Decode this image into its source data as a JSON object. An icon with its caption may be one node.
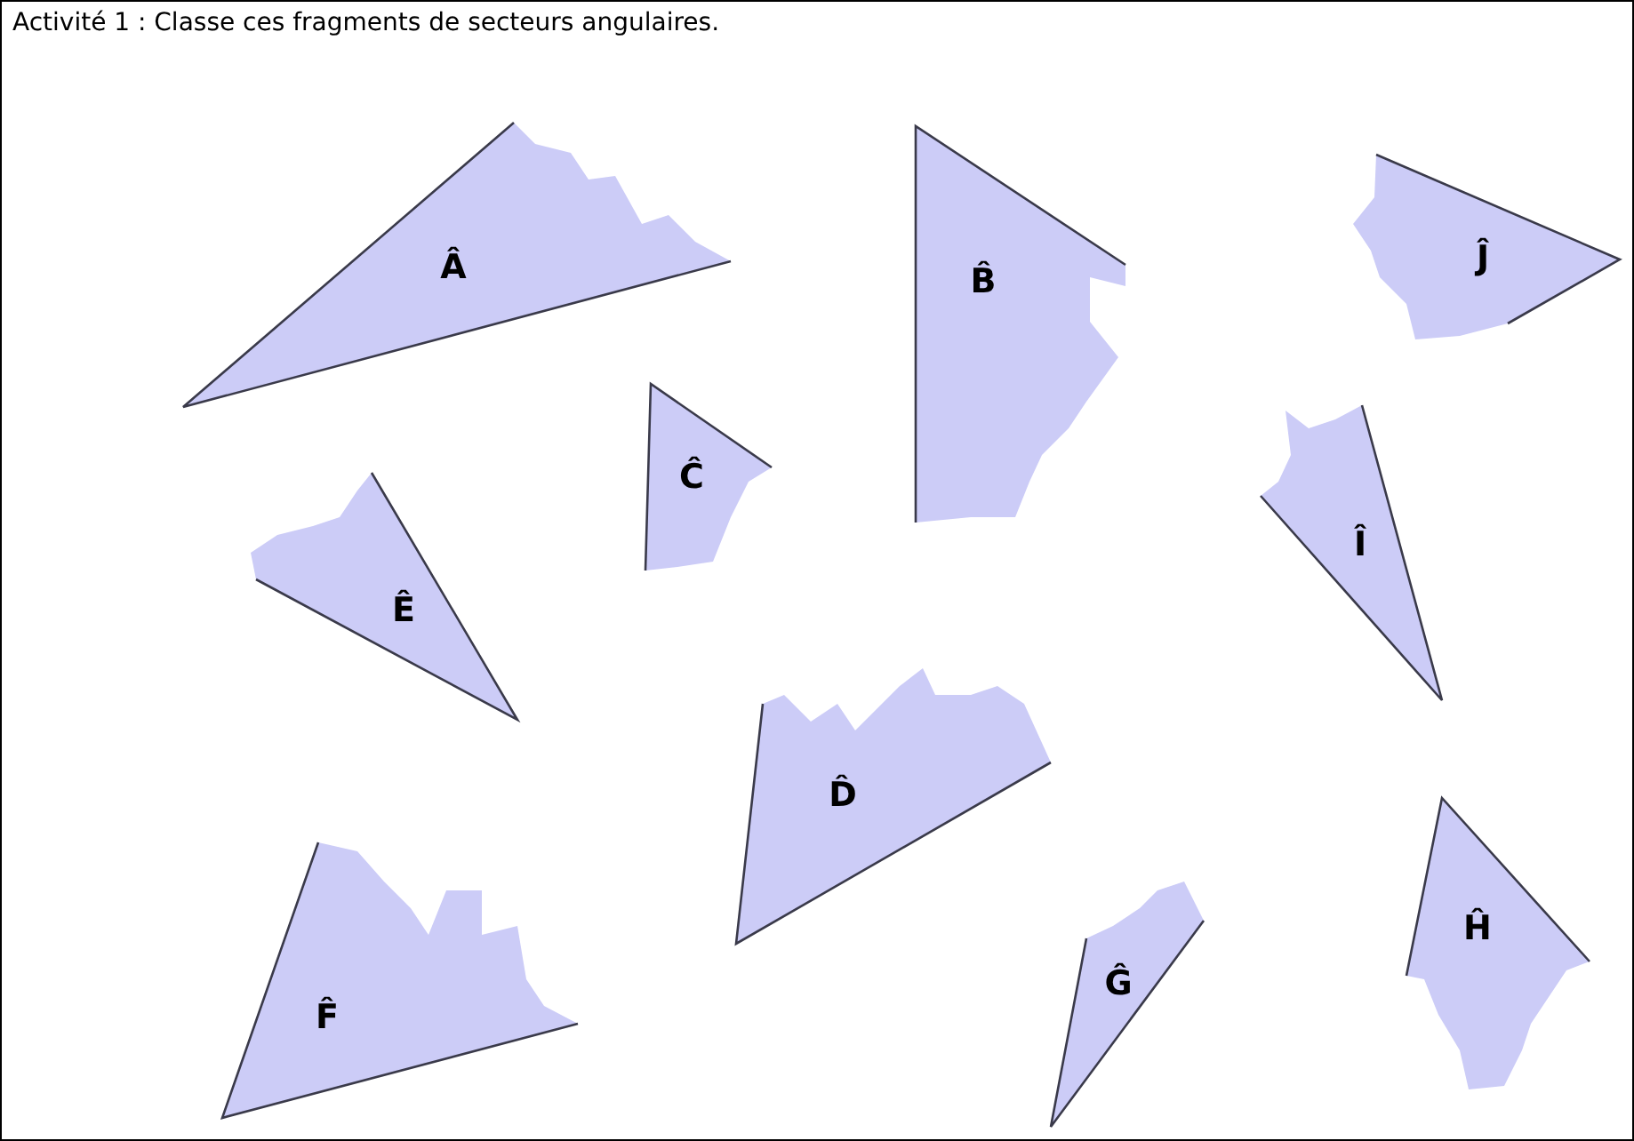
{
  "diagram": {
    "title": "Activité 1 : Classe ces fragments de secteurs angulaires.",
    "nodes": [
      {
        "text": [
          "Â"
        ]
      },
      {
        "text": [
          "B̂"
        ]
      },
      {
        "text": [
          "Ĵ"
        ]
      },
      {
        "text": [
          "Ê"
        ]
      },
      {
        "text": [
          "Ĉ"
        ]
      },
      {
        "text": [
          "Î"
        ]
      },
      {
        "text": [
          "D̂"
        ]
      },
      {
        "text": [
          "F̂"
        ]
      },
      {
        "text": [
          "Ĝ"
        ]
      },
      {
        "text": [
          "Ĥ"
        ]
      }
    ]
  }
}
